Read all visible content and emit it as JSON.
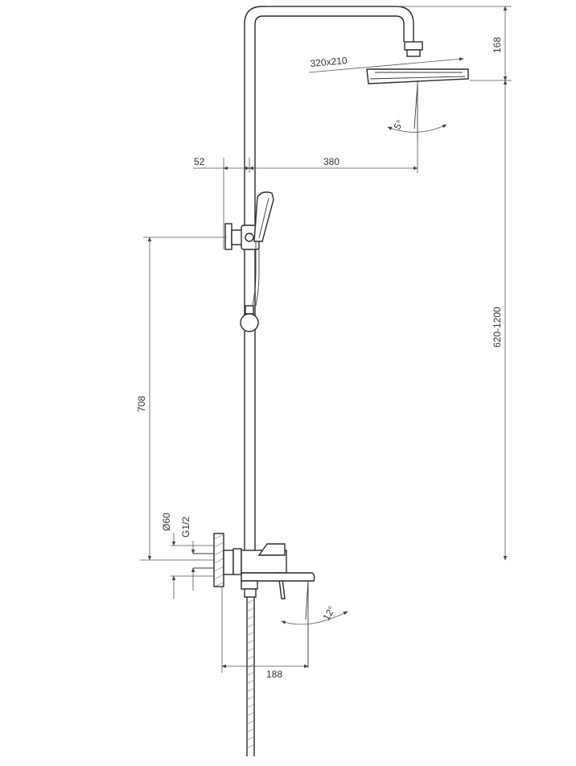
{
  "dimensions": {
    "head_drop": "168",
    "head_size": "320x210",
    "head_tilt": "5°",
    "bracket_offset": "52",
    "arm_reach": "380",
    "holder_height": "708",
    "column_range": "620-1200",
    "wall_plate": "Ø60",
    "thread": "G1/2",
    "spout_tilt": "12°",
    "spout_reach": "188"
  }
}
